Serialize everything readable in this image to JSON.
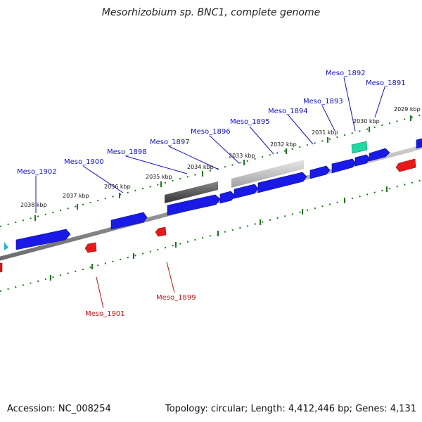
{
  "title": "Mesorhizobium sp. BNC1, complete genome",
  "accession": "Accession: NC_008254",
  "topology": "Topology: circular; Length: 4,412,446 bp; Genes: 4,131",
  "scale_labels": [
    "2029 kbp",
    "2030 kbp",
    "2031 kbp",
    "2032 kbp",
    "2033 kbp",
    "2034 kbp",
    "2035 kbp",
    "2036 kbp",
    "2037 kbp",
    "2038 kbp"
  ],
  "genes_forward": [
    "Meso_1891",
    "Meso_1892",
    "Meso_1893",
    "Meso_1894",
    "Meso_1895",
    "Meso_1896",
    "Meso_1897",
    "Meso_1898",
    "Meso_1900",
    "Meso_1902"
  ],
  "genes_reverse": [
    "Meso_1899",
    "Meso_1901"
  ],
  "colors": {
    "forward": "#1a1ae6",
    "reverse": "#e61a1a",
    "rrna": "#20d8a0",
    "track": "#909090",
    "tick": "#1a7a1a",
    "label_blue": "#1010c8",
    "label_red": "#c81010"
  }
}
